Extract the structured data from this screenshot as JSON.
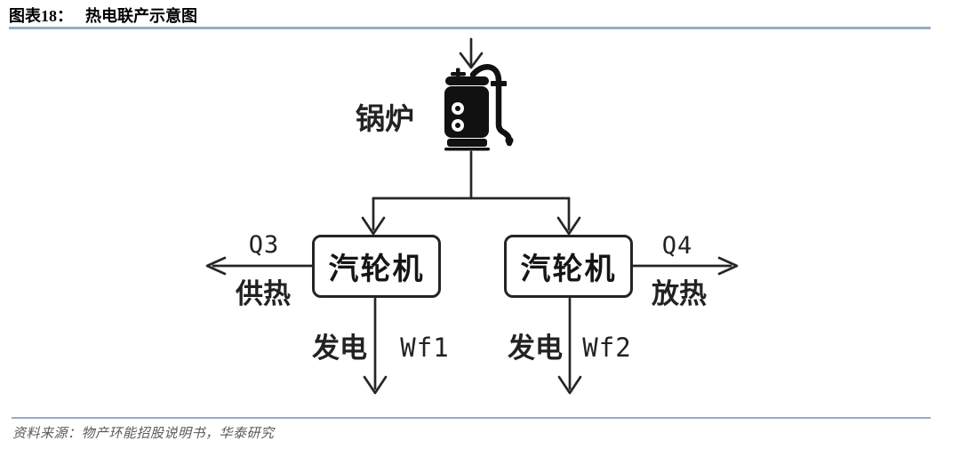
{
  "header": {
    "chart_label": "图表18：",
    "title": "热电联产示意图"
  },
  "diagram": {
    "boiler_label": "锅炉",
    "turbine_left": "汽轮机",
    "turbine_right": "汽轮机",
    "q3": "Q3",
    "q3_sub": "供热",
    "q4": "Q4",
    "q4_sub": "放热",
    "gen_left": "发电",
    "wf1": "Wf1",
    "gen_right": "发电",
    "wf2": "Wf2"
  },
  "footer": {
    "source": "资料来源：物产环能招股说明书，华泰研究"
  },
  "colors": {
    "rule_blue": "#94AECA",
    "ink": "#222222",
    "source_gray": "#5a5a5a"
  }
}
